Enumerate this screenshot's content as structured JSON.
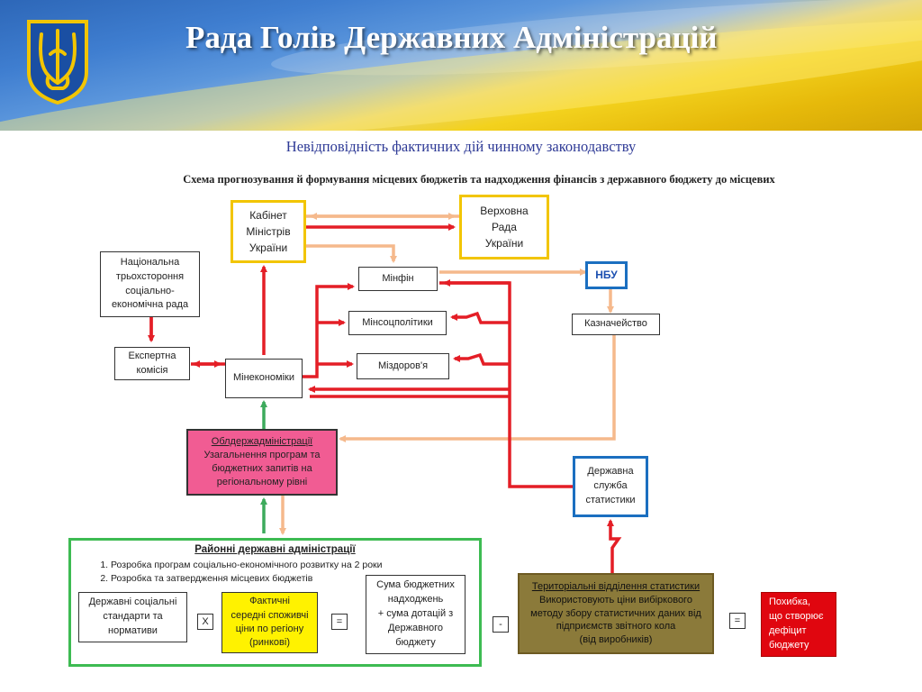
{
  "header": {
    "title": "Рада Голів Державних Адміністрацій",
    "subtitle": "Невідповідність фактичних дій чинному законодавству"
  },
  "diagram": {
    "title": "Схема прогнозування й формування місцевих бюджетів та надходження фінансів з державного бюджету до місцевих",
    "nodes": {
      "kabinet": "Кабінет\nМіністрів\nУкраїни",
      "verkhovna_rada": "Верховна\nРада\nУкраїни",
      "national_council": "Національна\nтрьохстороння\nсоціально-\nекономічна рада",
      "expert_commission": "Експертна\nкомісія",
      "mineconomy": "Мінекономіки",
      "minfin": "Мінфін",
      "minsocpolicy": "Мінсоцполітики",
      "minhealth": "Міздоров'я",
      "nbu": "НБУ",
      "treasury": "Казначейство",
      "oblast_title": "Облдержадміністрації",
      "oblast_text": "Узагальнення програм та\nбюджетних запитів на\nрегіональному рівні",
      "stat_service": "Державна\nслужба\nстатистики",
      "rda_title": "Районні державні адміністрації",
      "rda_items": [
        "Розробка програм соціально-економічного розвитку на 2 роки",
        "Розробка та затвердження місцевих бюджетів"
      ],
      "social_standards": "Державні соціальні\nстандарти та\nнормативи",
      "actual_prices": "Фактичні\nсередні споживчі\nціни по регіону\n(ринкові)",
      "budget_sum": "Сума бюджетних\nнадходжень\n+ сума дотацій з\nДержавного\nбюджету",
      "territorial_title": "Територіальні відділення статистики",
      "territorial_text": "Використовують ціни вибіркового\nметоду збору статистичних даних від\nпідприємств звітного кола\n(від виробників)",
      "deficit": "Похибка,\nщо створює\nдефіцит\nбюджету"
    },
    "operators": {
      "multiply": "X",
      "equals1": "=",
      "minus": "-",
      "equals2": "="
    }
  },
  "colors": {
    "red_arrow": "#e41e26",
    "peach_arrow": "#f5b98c",
    "green_arrow": "#3daa5c",
    "yellow_border": "#f2c500",
    "blue_border": "#1b6fc0",
    "pink_fill": "#f15c93",
    "green_border": "#3dbb52",
    "olive_fill": "#8b7a3a",
    "deficit_fill": "#e0060f"
  },
  "icons": {
    "crest": "trident-coat-of-arms-icon"
  }
}
